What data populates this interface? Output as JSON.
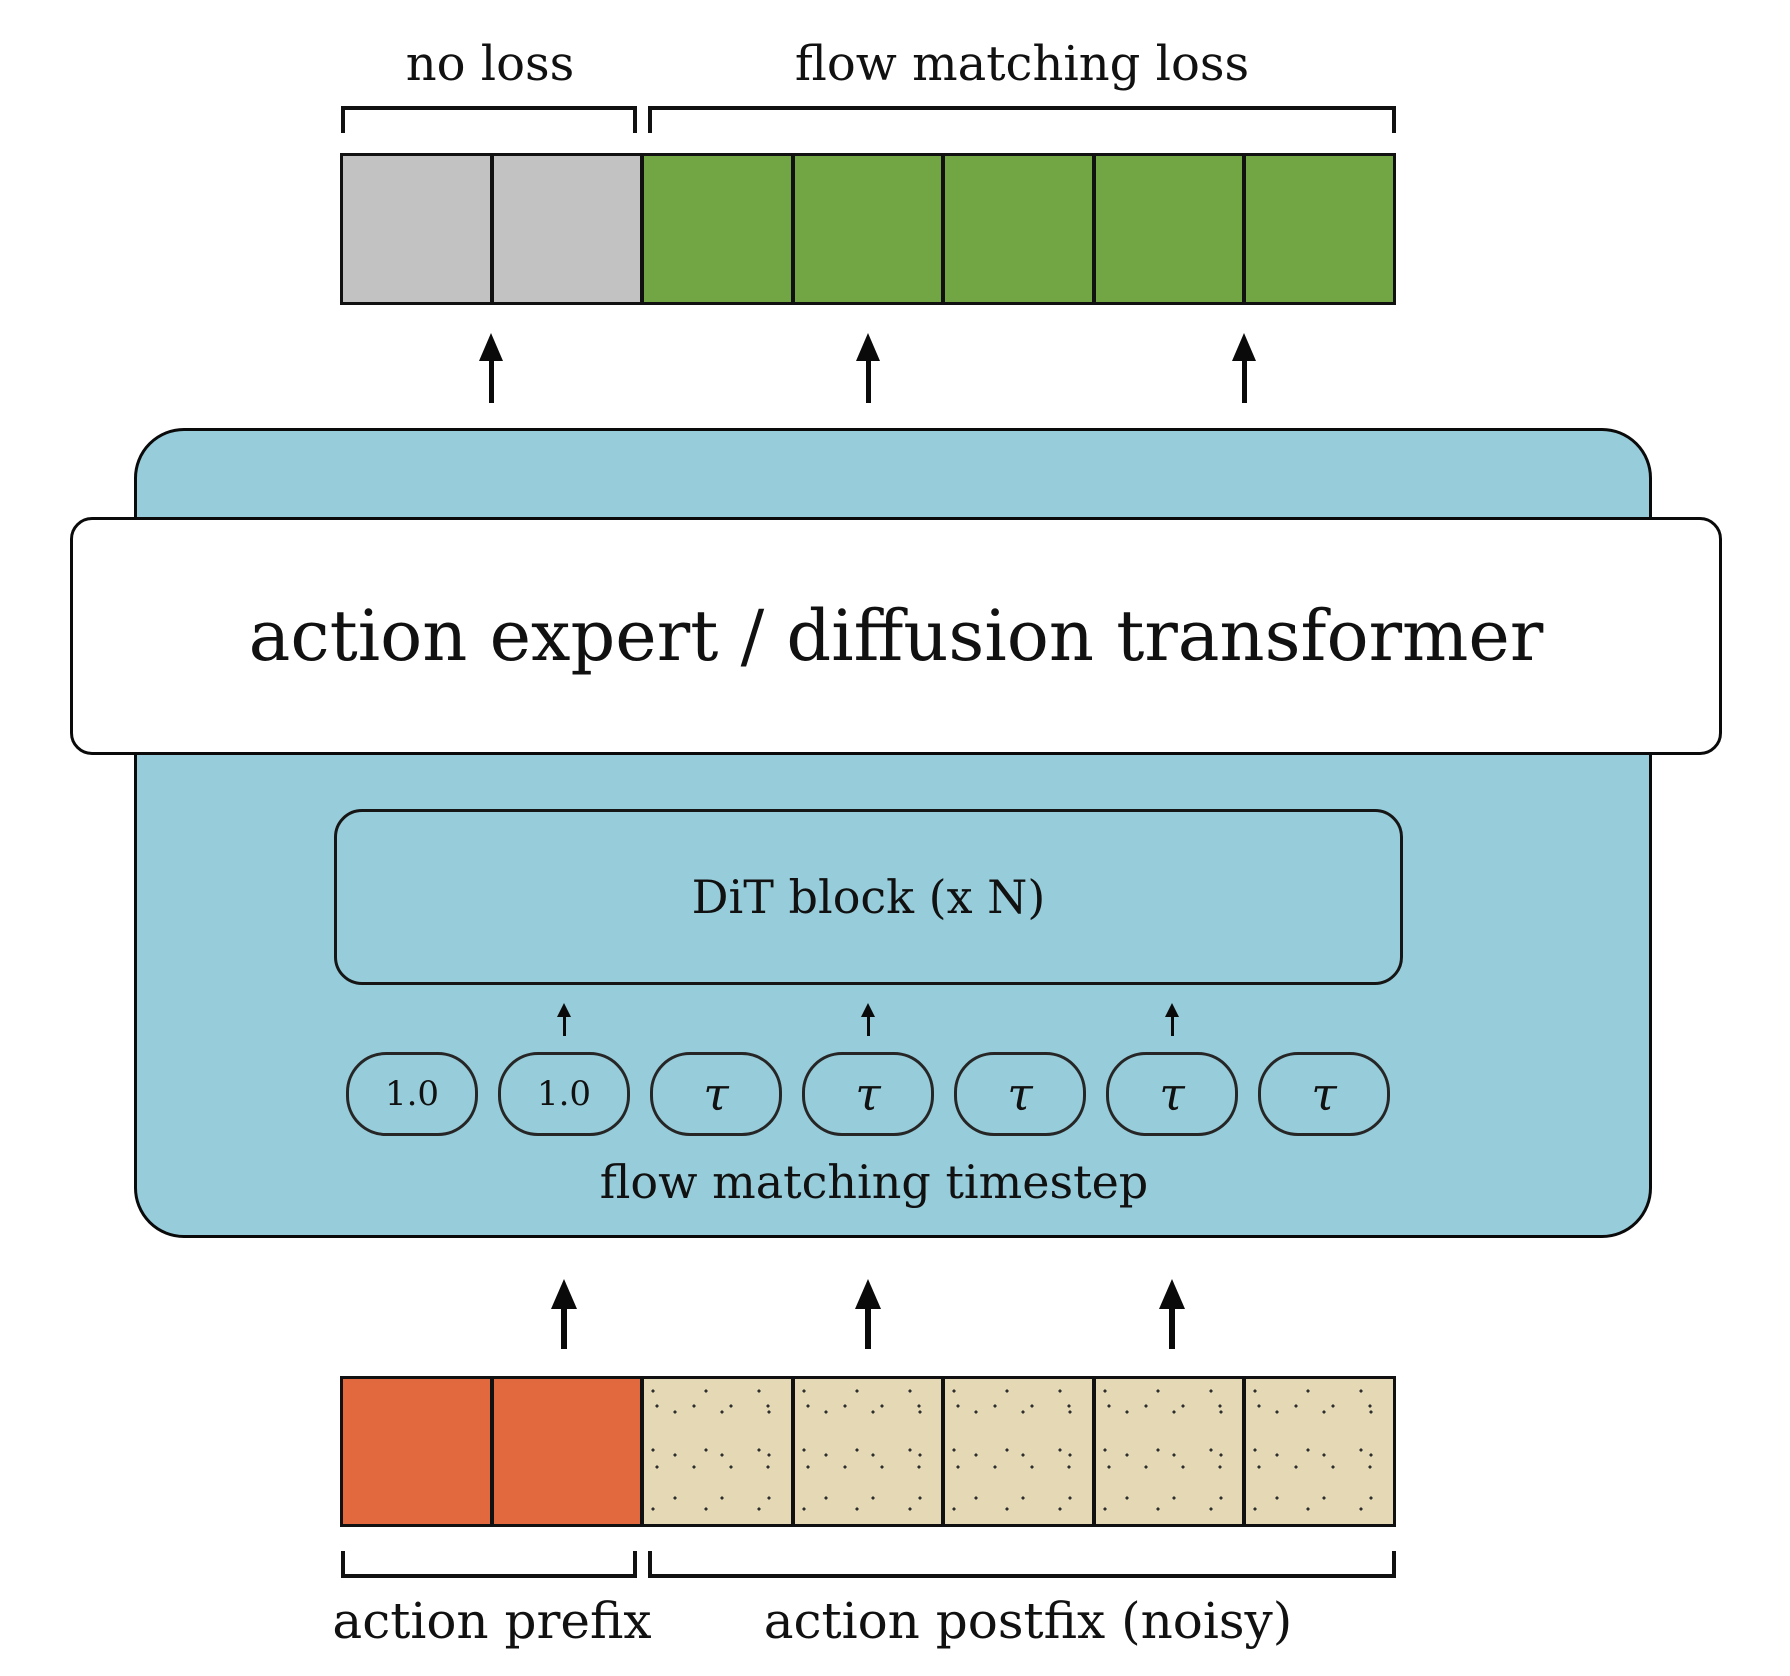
{
  "diagram": {
    "colors": {
      "no_loss_gray": "#c2c2c2",
      "flow_matching_green": "#72a544",
      "transformer_blue": "#97ccda",
      "action_prefix_orange": "#e2683e",
      "action_postfix_tan": "#e5d9b5",
      "stroke_black": "#0a0a0a"
    },
    "output_row": {
      "bracket_labels": [
        {
          "label": "no loss"
        },
        {
          "label": "flow matching loss"
        }
      ],
      "cells": [
        {
          "type": "no-loss",
          "color": "#c2c2c2"
        },
        {
          "type": "no-loss",
          "color": "#c2c2c2"
        },
        {
          "type": "flow-matching-loss",
          "color": "#72a544"
        },
        {
          "type": "flow-matching-loss",
          "color": "#72a544"
        },
        {
          "type": "flow-matching-loss",
          "color": "#72a544"
        },
        {
          "type": "flow-matching-loss",
          "color": "#72a544"
        },
        {
          "type": "flow-matching-loss",
          "color": "#72a544"
        }
      ]
    },
    "transformer": {
      "title": "action expert / diffusion transformer",
      "dit_label": "DiT block (x N)",
      "timestep_label": "flow matching timestep",
      "timesteps": [
        {
          "label": "1.0"
        },
        {
          "label": "1.0"
        },
        {
          "label": "τ"
        },
        {
          "label": "τ"
        },
        {
          "label": "τ"
        },
        {
          "label": "τ"
        },
        {
          "label": "τ"
        }
      ]
    },
    "input_row": {
      "cells": [
        {
          "type": "action-prefix",
          "color": "#e2683e"
        },
        {
          "type": "action-prefix",
          "color": "#e2683e"
        },
        {
          "type": "action-postfix-noisy",
          "color": "#e5d9b5"
        },
        {
          "type": "action-postfix-noisy",
          "color": "#e5d9b5"
        },
        {
          "type": "action-postfix-noisy",
          "color": "#e5d9b5"
        },
        {
          "type": "action-postfix-noisy",
          "color": "#e5d9b5"
        },
        {
          "type": "action-postfix-noisy",
          "color": "#e5d9b5"
        }
      ],
      "bracket_labels": [
        {
          "label": "action prefix"
        },
        {
          "label": "action postfix (noisy)"
        }
      ]
    }
  }
}
